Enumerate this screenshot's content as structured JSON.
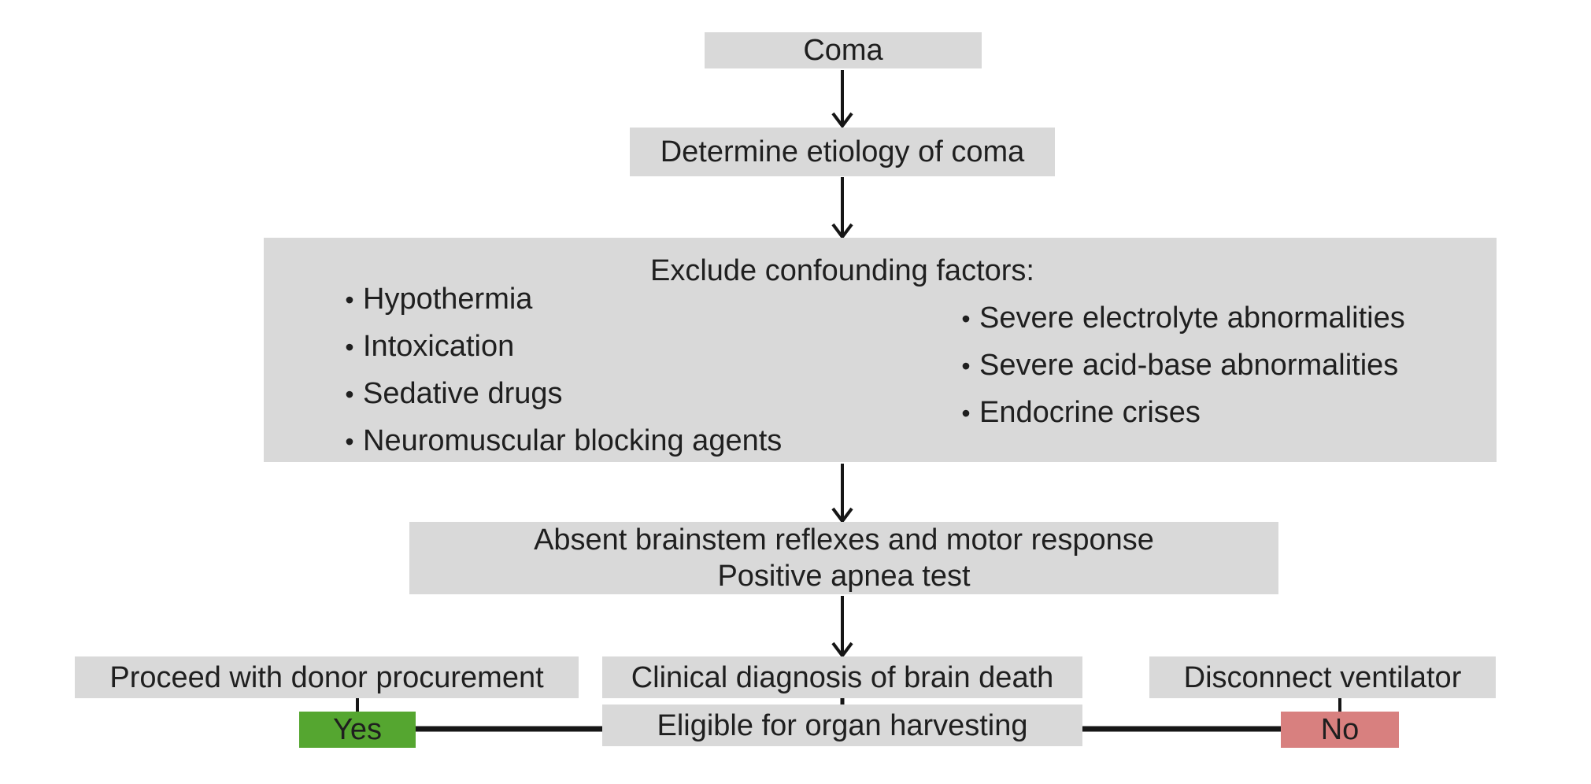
{
  "colors": {
    "node_gray": "#d9d9d9",
    "yes_green": "#55a630",
    "no_red": "#d8807f",
    "line": "#161616",
    "text": "#1f1f1f",
    "background": "#ffffff"
  },
  "glyphs": {
    "bullet": "•"
  },
  "flowchart": {
    "coma": "Coma",
    "determine_etiology": "Determine etiology of coma",
    "exclude": {
      "title": "Exclude confounding factors:",
      "left_items": [
        "Hypothermia",
        "Intoxication",
        "Sedative drugs",
        "Neuromuscular blocking agents"
      ],
      "right_items": [
        "Severe electrolyte abnormalities",
        "Severe acid-base abnormalities",
        "Endocrine crises"
      ]
    },
    "absent": {
      "line1": "Absent brainstem reflexes and motor response",
      "line2": "Positive apnea test"
    },
    "proceed": "Proceed with donor procurement",
    "clinical": "Clinical diagnosis of brain death",
    "disconnect": "Disconnect ventilator",
    "eligible": "Eligible for organ harvesting",
    "yes_label": "Yes",
    "no_label": "No"
  }
}
